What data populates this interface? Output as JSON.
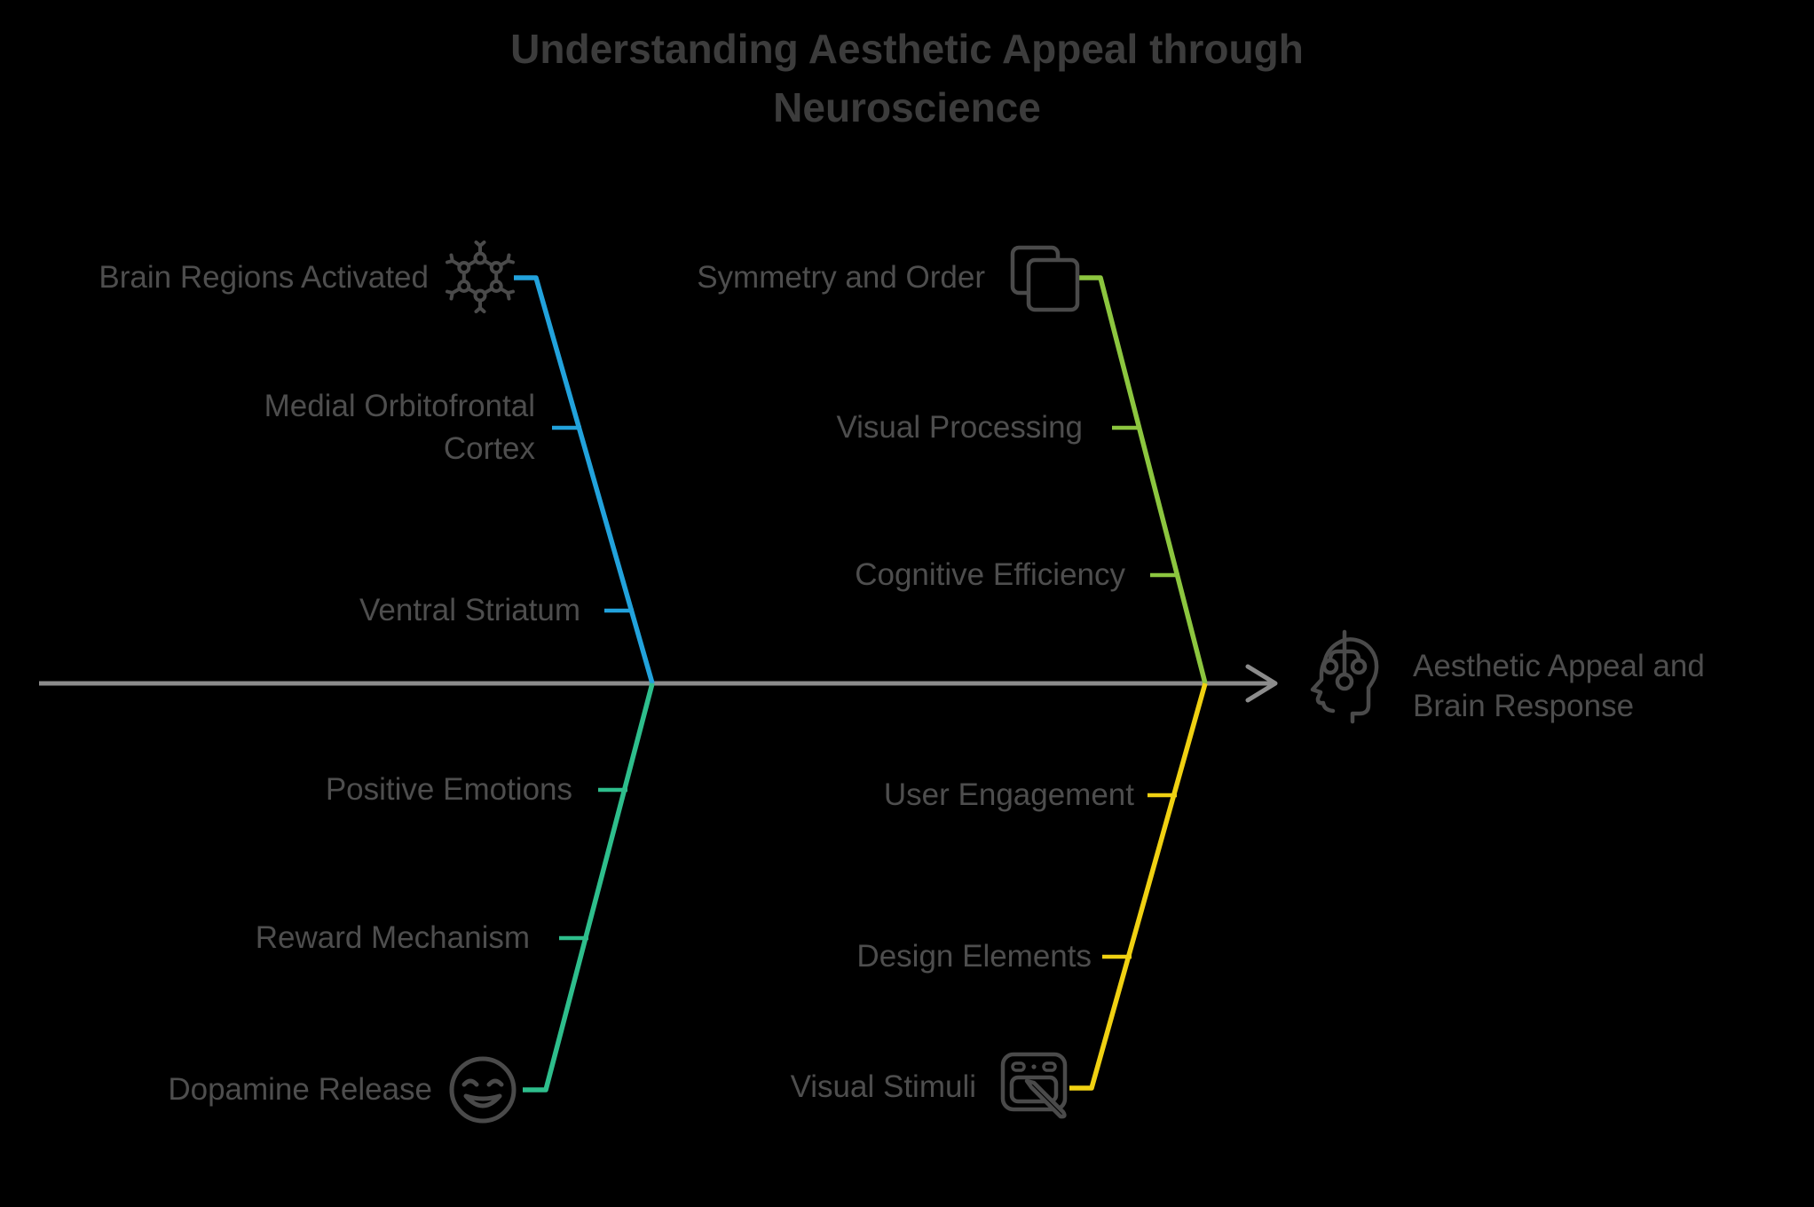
{
  "title": "Understanding Aesthetic Appeal through\nNeuroscience",
  "colors": {
    "background": "#000000",
    "title_text": "#3c3c3c",
    "label_text": "#4e4e4e",
    "icon_stroke": "#4a4a4a",
    "spine": "#8c8c8c",
    "branch_blue": "#22a2dc",
    "branch_green": "#8cc63f",
    "branch_teal": "#2ebe8c",
    "branch_yellow": "#f0d112"
  },
  "effect": {
    "label": "Aesthetic Appeal and\nBrain Response",
    "icon": "head-circuit-icon"
  },
  "branches": [
    {
      "name": "Brain Regions Activated",
      "icon": "molecule-icon",
      "position": "top-left",
      "color": "#22a2dc",
      "causes": [
        "Medial Orbitofrontal\nCortex",
        "Ventral Striatum"
      ]
    },
    {
      "name": "Symmetry and Order",
      "icon": "copy-icon",
      "position": "top-right",
      "color": "#8cc63f",
      "causes": [
        "Visual Processing",
        "Cognitive Efficiency"
      ]
    },
    {
      "name": "Dopamine Release",
      "icon": "smiley-icon",
      "position": "bottom-left",
      "color": "#2ebe8c",
      "causes": [
        "Positive Emotions",
        "Reward Mechanism"
      ]
    },
    {
      "name": "Visual Stimuli",
      "icon": "tablet-pen-icon",
      "position": "bottom-right",
      "color": "#f0d112",
      "causes": [
        "User Engagement",
        "Design Elements"
      ]
    }
  ]
}
